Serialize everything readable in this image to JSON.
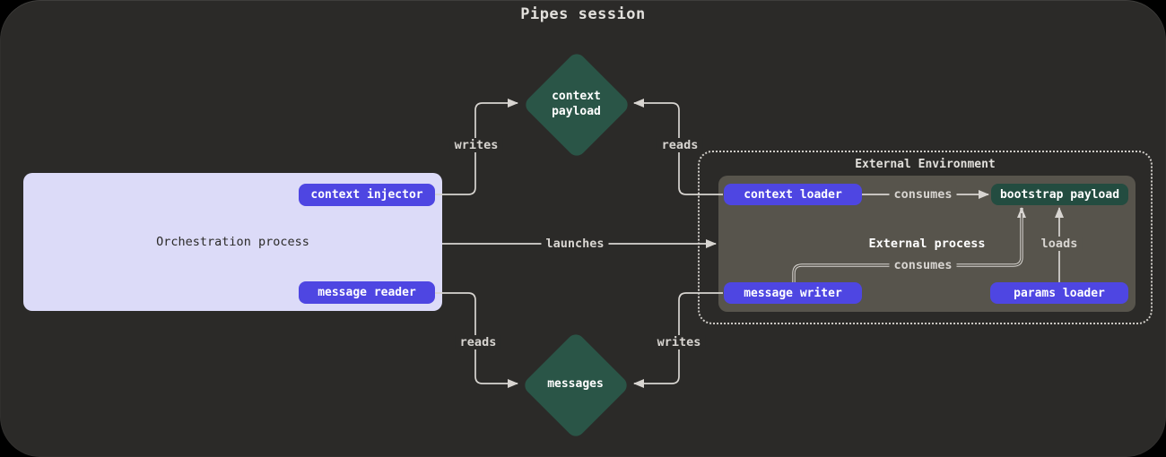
{
  "title": "Pipes session",
  "colors": {
    "canvas": "#2b2a28",
    "outside": "#000000",
    "line": "#d8d5d1",
    "accent_purple": "#4e46e2",
    "diamond_green": "#2a5547",
    "payload_green": "#234c40",
    "lavender": "#dcdbf8",
    "process_gray": "#57544c",
    "dashed_border": "#cfccc7",
    "text_light": "#e2e0dc",
    "text_dark": "#2b2a28"
  },
  "nodes": {
    "context_payload": {
      "label": "context\npayload"
    },
    "messages": {
      "label": "messages"
    },
    "orchestration": {
      "label": "Orchestration process",
      "context_injector": "context injector",
      "message_reader": "message reader"
    },
    "external_environment": {
      "label": "External Environment",
      "process_label": "External process",
      "context_loader": "context loader",
      "bootstrap_payload": "bootstrap payload",
      "message_writer": "message writer",
      "params_loader": "params loader"
    }
  },
  "edges": {
    "writes_top": "writes",
    "reads_top": "reads",
    "launches": "launches",
    "consumes_top": "consumes",
    "consumes_bottom": "consumes",
    "loads": "loads",
    "reads_bottom": "reads",
    "writes_bottom": "writes"
  }
}
